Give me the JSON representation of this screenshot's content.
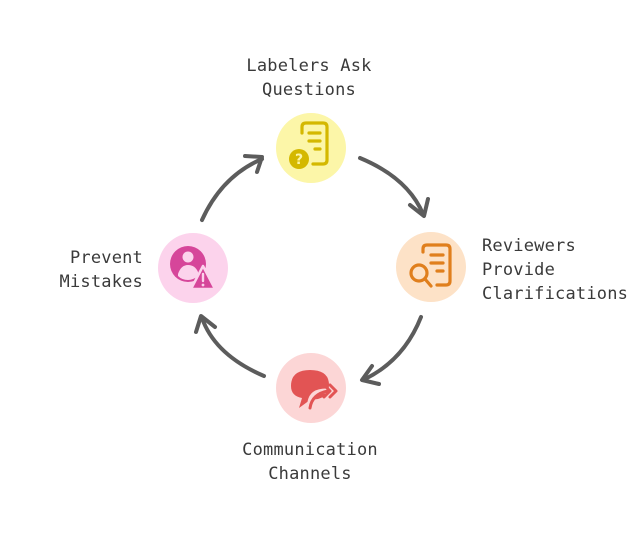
{
  "diagram": {
    "nodes": [
      {
        "id": "labelers",
        "lines": [
          "Labelers Ask",
          "Questions"
        ],
        "icon": "document-question-icon",
        "bg_color": "#fcf6a8",
        "icon_color": "#d4b800"
      },
      {
        "id": "reviewers",
        "lines": [
          "Reviewers",
          "Provide",
          "Clarifications"
        ],
        "icon": "document-search-icon",
        "bg_color": "#fde2c7",
        "icon_color": "#e07f1d"
      },
      {
        "id": "communication",
        "lines": [
          "Communication",
          "Channels"
        ],
        "icon": "chat-forward-icon",
        "bg_color": "#fcd6d6",
        "icon_color": "#e25454"
      },
      {
        "id": "prevent",
        "lines": [
          "Prevent",
          "Mistakes"
        ],
        "icon": "user-warning-icon",
        "bg_color": "#fcd3ec",
        "icon_color": "#d6469a"
      }
    ],
    "arrow_color": "#5c5c5c",
    "flow": "clockwise"
  }
}
